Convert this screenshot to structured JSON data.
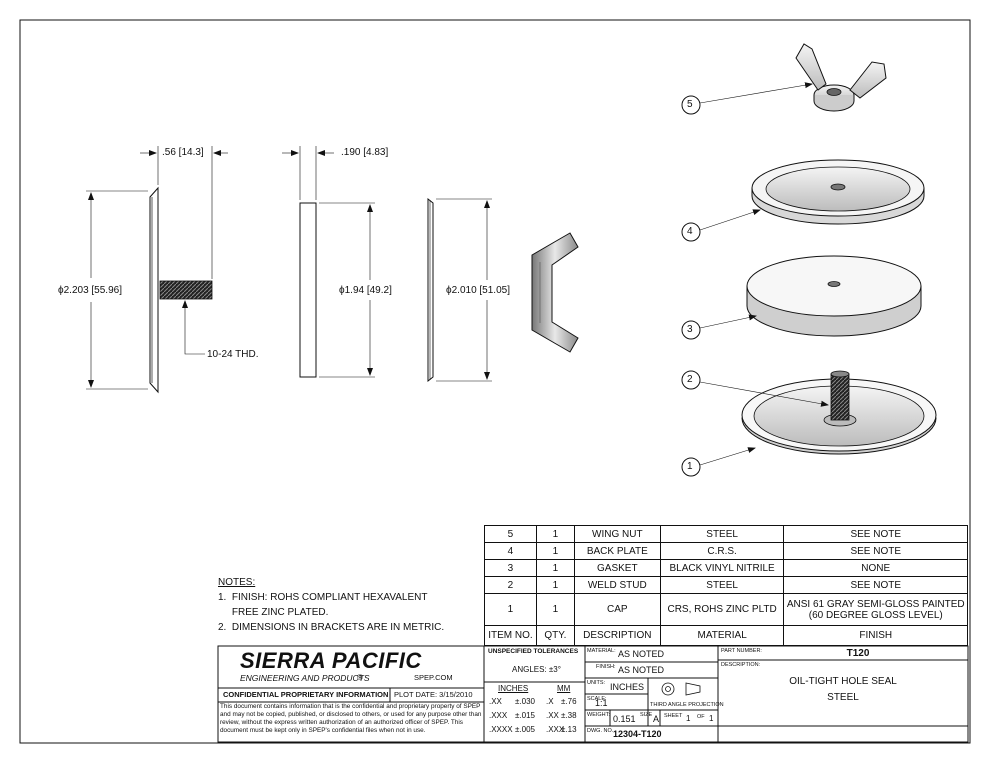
{
  "dimensions": {
    "stud_length": ".56 [14.3]",
    "gasket_thickness": ".190 [4.83]",
    "cap_diameter": "ϕ2.203 [55.96]",
    "gasket_diameter": "ϕ1.94 [49.2]",
    "backplate_diameter": "ϕ2.010 [51.05]",
    "thread": "10-24 THD."
  },
  "balloons": [
    "5",
    "4",
    "3",
    "2",
    "1"
  ],
  "bom": {
    "rows": [
      {
        "item": "5",
        "qty": "1",
        "description": "WING NUT",
        "material": "STEEL",
        "finish": "SEE NOTE"
      },
      {
        "item": "4",
        "qty": "1",
        "description": "BACK PLATE",
        "material": "C.R.S.",
        "finish": "SEE NOTE"
      },
      {
        "item": "3",
        "qty": "1",
        "description": "GASKET",
        "material": "BLACK VINYL NITRILE",
        "finish": "NONE"
      },
      {
        "item": "2",
        "qty": "1",
        "description": "WELD STUD",
        "material": "STEEL",
        "finish": "SEE NOTE"
      },
      {
        "item": "1",
        "qty": "1",
        "description": "CAP",
        "material": "CRS, ROHS ZINC PLTD",
        "finish": "ANSI 61 GRAY SEMI-GLOSS PAINTED (60 DEGREE GLOSS LEVEL)"
      }
    ],
    "header": {
      "item": "ITEM NO.",
      "qty": "QTY.",
      "description": "DESCRIPTION",
      "material": "MATERIAL",
      "finish": "FINISH"
    }
  },
  "notes": {
    "title": "NOTES:",
    "items": [
      "1.  FINISH: ROHS COMPLIANT HEXAVALENT",
      "     FREE ZINC PLATED.",
      "2.  DIMENSIONS IN BRACKETS ARE IN METRIC."
    ]
  },
  "title_block": {
    "company": "SIERRA PACIFIC",
    "subtitle": "ENGINEERING AND PRODUCTS",
    "registered": "®",
    "website": "SPEP.COM",
    "confidential_heading": "CONFIDENTIAL PROPRIETARY INFORMATION",
    "plot_date": "PLOT DATE: 3/15/2010",
    "confidential_text": "This document contains information that is the confidential and proprietary property of SPEP and may not be copied, published, or disclosed to others, or used for any purpose other than review, without the express written authorization of an authorized officer of SPEP. This document must be kept only in SPEP's confidential files when not in use.",
    "tolerances_title": "UNSPECIFIED TOLERANCES",
    "angles": "ANGLES: ±3°",
    "inches_label": "INCHES",
    "mm_label": "MM",
    "tol_rows": [
      {
        "in_fmt": ".XX",
        "in_val": "±.030",
        "mm_fmt": ".X",
        "mm_val": "±.76"
      },
      {
        "in_fmt": ".XXX",
        "in_val": "±.015",
        "mm_fmt": ".XX",
        "mm_val": "±.38"
      },
      {
        "in_fmt": ".XXXX",
        "in_val": "±.005",
        "mm_fmt": ".XXX",
        "mm_val": "±.13"
      }
    ],
    "material_label": "MATERIAL:",
    "material_value": "AS NOTED",
    "finish_label": "FINISH:",
    "finish_value": "AS NOTED",
    "units_label": "UNITS:",
    "units_value": "INCHES",
    "scale_label": "SCALE:",
    "scale_value": "1:1",
    "projection": "THIRD ANGLE PROJECTION",
    "weight_label": "WEIGHT:",
    "weight_value": "0.151",
    "size_label": "SIZE",
    "size_value": "A",
    "sheet_label": "SHEET",
    "sheet_value": "1",
    "of_label": "OF",
    "of_value": "1",
    "dwg_label": "DWG. NO.",
    "dwg_value": "12304-T120",
    "part_number_label": "PART NUMBER:",
    "part_number_value": "T120",
    "description_label": "DESCRIPTION:",
    "description_line1": "OIL-TIGHT HOLE SEAL",
    "description_line2": "STEEL"
  }
}
